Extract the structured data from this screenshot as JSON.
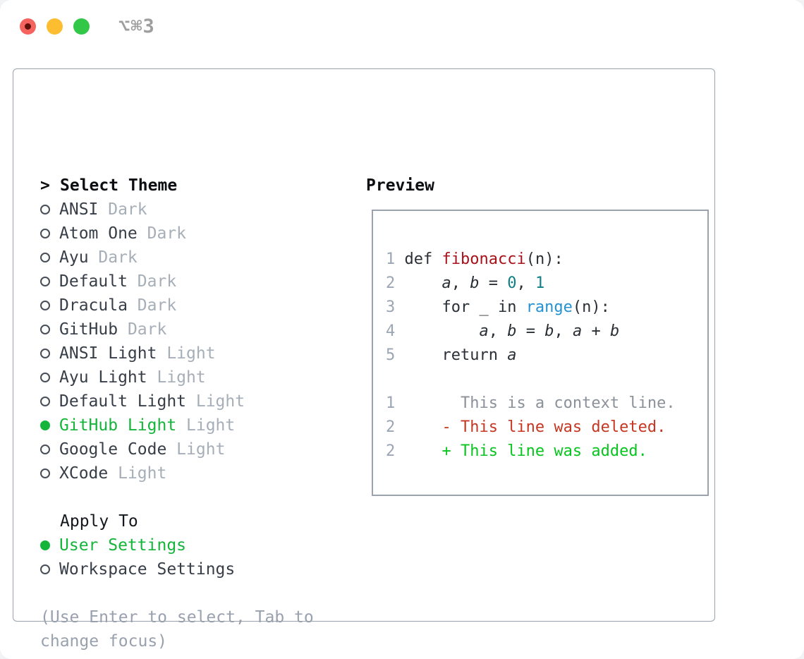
{
  "window": {
    "title": "⌥⌘3"
  },
  "panel": {
    "select_header": {
      "prefix": ">",
      "label": "Select Theme"
    },
    "themes": [
      {
        "name": "ANSI",
        "variant": "Dark",
        "selected": false
      },
      {
        "name": "Atom One",
        "variant": "Dark",
        "selected": false
      },
      {
        "name": "Ayu",
        "variant": "Dark",
        "selected": false
      },
      {
        "name": "Default",
        "variant": "Dark",
        "selected": false
      },
      {
        "name": "Dracula",
        "variant": "Dark",
        "selected": false
      },
      {
        "name": "GitHub",
        "variant": "Dark",
        "selected": false
      },
      {
        "name": "ANSI Light",
        "variant": "Light",
        "selected": false
      },
      {
        "name": "Ayu Light",
        "variant": "Light",
        "selected": false
      },
      {
        "name": "Default Light",
        "variant": "Light",
        "selected": false
      },
      {
        "name": "GitHub Light",
        "variant": "Light",
        "selected": true
      },
      {
        "name": "Google Code",
        "variant": "Light",
        "selected": false
      },
      {
        "name": "XCode",
        "variant": "Light",
        "selected": false
      }
    ],
    "apply_to": {
      "label": "Apply To",
      "options": [
        {
          "label": "User Settings",
          "selected": true
        },
        {
          "label": "Workspace Settings",
          "selected": false
        }
      ]
    },
    "hint_lines": [
      "(Use Enter to select, Tab to",
      "change focus)"
    ]
  },
  "preview": {
    "label": "Preview",
    "lines": [
      {
        "num": "1",
        "segments": [
          {
            "text": "def ",
            "style": "code"
          },
          {
            "text": "fibonacci",
            "style": "func"
          },
          {
            "text": "(n):",
            "style": "code"
          }
        ]
      },
      {
        "num": "2",
        "segments": [
          {
            "text": "    ",
            "style": "code"
          },
          {
            "text": "a",
            "style": "var"
          },
          {
            "text": ", ",
            "style": "code"
          },
          {
            "text": "b",
            "style": "var"
          },
          {
            "text": " = ",
            "style": "code"
          },
          {
            "text": "0",
            "style": "number"
          },
          {
            "text": ", ",
            "style": "code"
          },
          {
            "text": "1",
            "style": "number"
          }
        ]
      },
      {
        "num": "3",
        "segments": [
          {
            "text": "    for _ in ",
            "style": "code"
          },
          {
            "text": "range",
            "style": "builtin"
          },
          {
            "text": "(n):",
            "style": "code"
          }
        ]
      },
      {
        "num": "4",
        "segments": [
          {
            "text": "        ",
            "style": "code"
          },
          {
            "text": "a",
            "style": "var"
          },
          {
            "text": ", ",
            "style": "code"
          },
          {
            "text": "b",
            "style": "var"
          },
          {
            "text": " = ",
            "style": "code"
          },
          {
            "text": "b",
            "style": "var"
          },
          {
            "text": ", ",
            "style": "code"
          },
          {
            "text": "a",
            "style": "var"
          },
          {
            "text": " + ",
            "style": "code"
          },
          {
            "text": "b",
            "style": "var"
          }
        ]
      },
      {
        "num": "5",
        "segments": [
          {
            "text": "    return ",
            "style": "code"
          },
          {
            "text": "a",
            "style": "var"
          }
        ]
      },
      {
        "num": "",
        "segments": []
      },
      {
        "num": "1",
        "segments": [
          {
            "text": "      This is a context line.",
            "style": "context"
          }
        ]
      },
      {
        "num": "2",
        "segments": [
          {
            "text": "    - This line was deleted.",
            "style": "deleted"
          }
        ]
      },
      {
        "num": "2",
        "segments": [
          {
            "text": "    + This line was added.",
            "style": "added"
          }
        ]
      }
    ]
  },
  "colors": {
    "panel_border": "#9aa2ae",
    "selection_green": "#14b53a",
    "added_green": "#08c41e",
    "deleted_red": "#c53722",
    "context_gray": "#8b9199",
    "function_red": "#a8121a",
    "number_teal": "#0d7f85",
    "builtin_blue": "#2492d2",
    "code_text": "#2a2f36",
    "gutter_gray": "#9ba5b3",
    "muted_text": "#a6aeb8",
    "hint_text": "#98a1ad",
    "theme_text": "#373e47",
    "traffic_red": "#f4635e",
    "traffic_yellow": "#fcbe30",
    "traffic_green": "#33c748",
    "title_gray": "#9e9e9e"
  }
}
